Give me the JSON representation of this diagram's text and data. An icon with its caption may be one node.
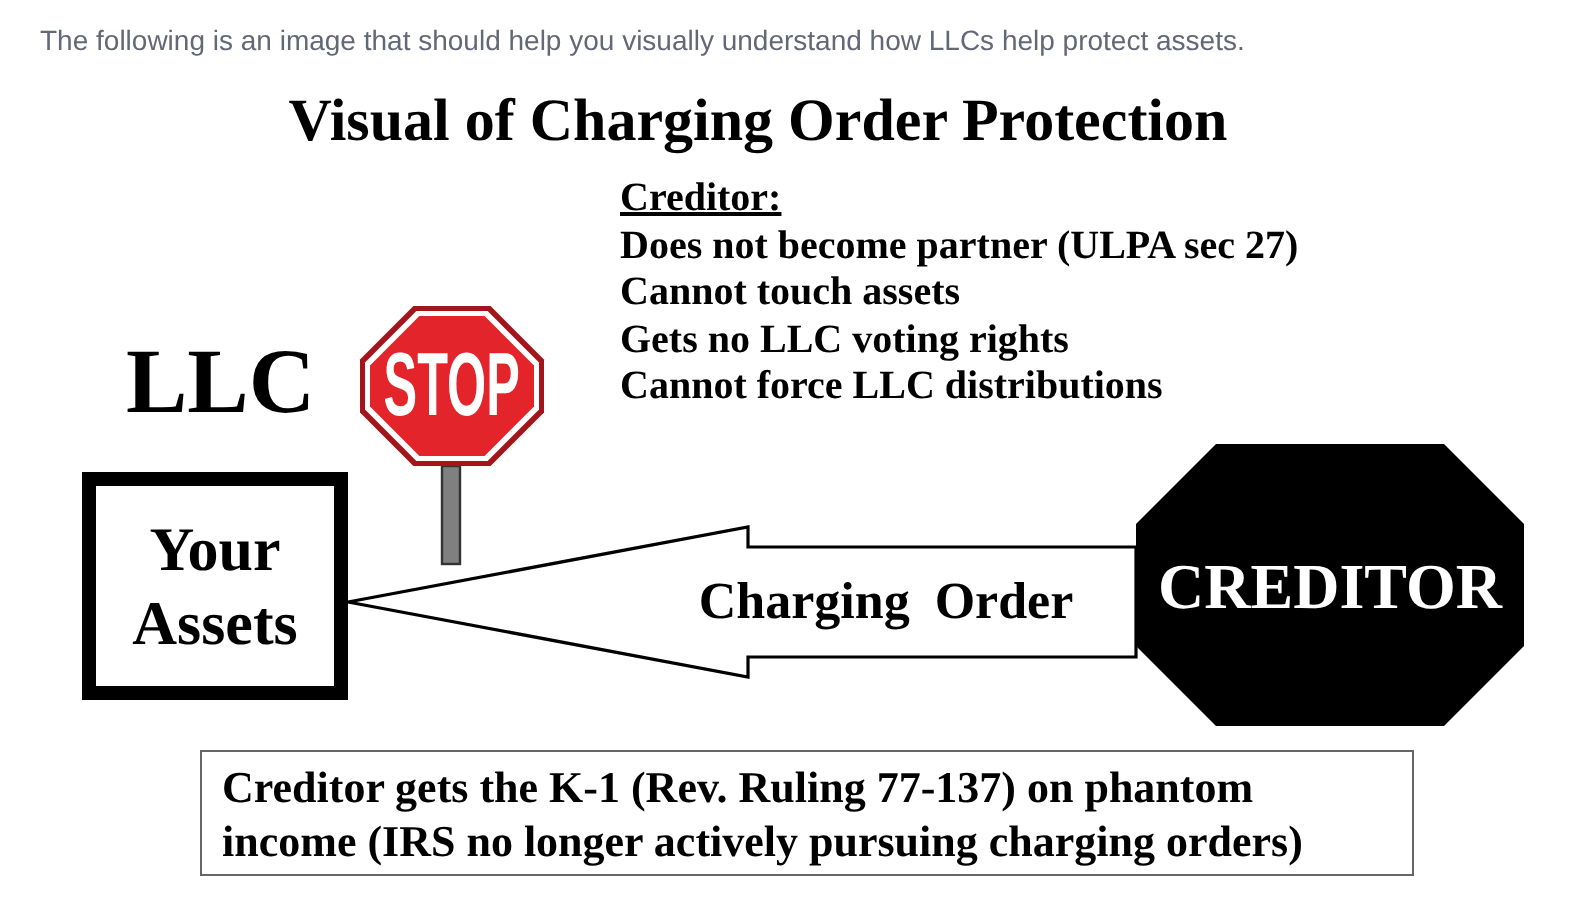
{
  "diagram": {
    "title": "Visual of Charging Order Protection",
    "caption": "The following is an image that should help you visually understand how LLCs help protect assets.",
    "nodes": [
      {
        "text": [
          "STOP"
        ]
      },
      {
        "text": [
          "Your Assets"
        ]
      },
      {
        "text": [
          "CREDITOR"
        ]
      },
      {
        "text": [
          "Creditor gets the K-1 (Rev. Ruling 77-137) on phantom income (IRS no longer actively pursuing charging orders)"
        ]
      }
    ],
    "edges": [
      {
        "from": 2,
        "to": 1,
        "label": "Charging Order",
        "arrow": "to"
      }
    ],
    "labels": [
      "Creditor:",
      "Does not become partner (ULPA sec 27)",
      "Cannot touch assets",
      "Gets no LLC voting rights",
      "Cannot force LLC distributions",
      "LLC"
    ]
  }
}
